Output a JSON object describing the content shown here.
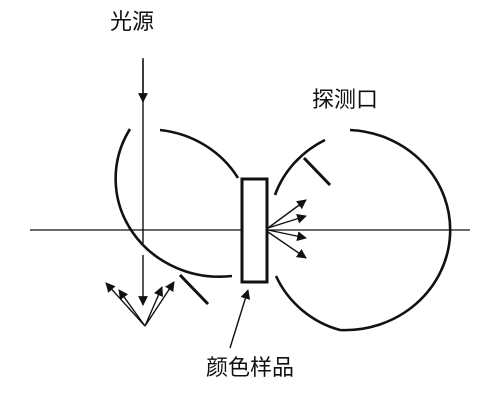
{
  "diagram": {
    "labels": {
      "light_source": "光源",
      "probe_port": "探测口",
      "color_sample": "颜色样品"
    },
    "colors": {
      "line": "#111111",
      "background": "#ffffff"
    }
  }
}
